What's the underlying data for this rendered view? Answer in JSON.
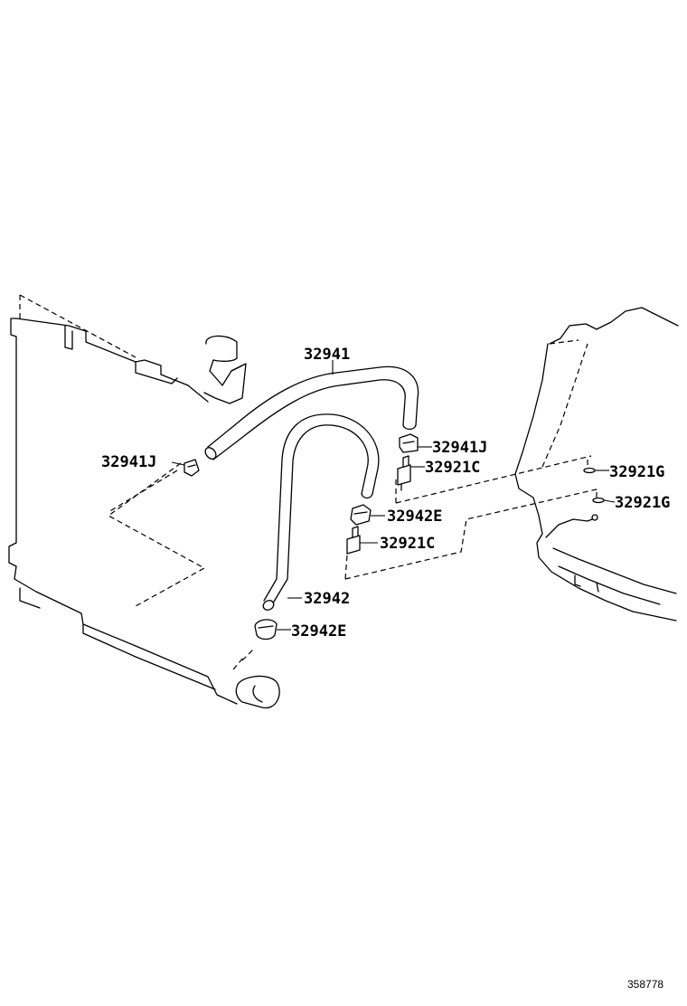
{
  "labels": {
    "hose_upper": "32941",
    "clamp_upper_left": "32941J",
    "clamp_upper_right": "32941J",
    "union_upper": "32921C",
    "gasket_upper": "32921G",
    "gasket_lower": "32921G",
    "clamp_lower_right": "32942E",
    "union_lower": "32921C",
    "hose_lower": "32942",
    "clamp_lower_left": "32942E"
  },
  "reference_number": "358778"
}
